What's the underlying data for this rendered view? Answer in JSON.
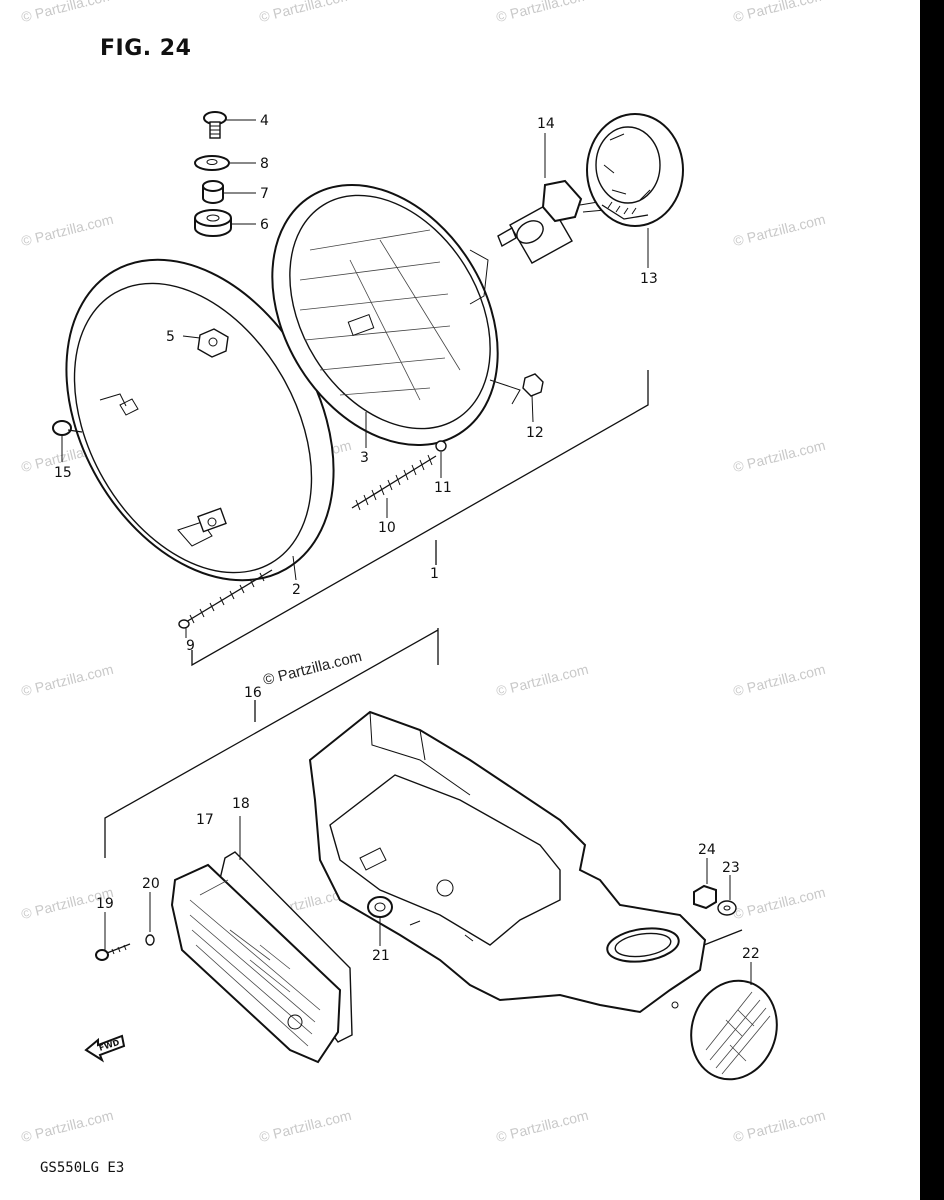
{
  "figure": {
    "title": "FIG. 24",
    "model_code": "GS550LG  E3"
  },
  "watermark": {
    "text": "© Partzilla.com",
    "accent_text": "© Partzilla.com"
  },
  "fwd_label": "FWD",
  "callouts": [
    {
      "id": "c1",
      "label": "1"
    },
    {
      "id": "c2",
      "label": "2"
    },
    {
      "id": "c3",
      "label": "3"
    },
    {
      "id": "c4",
      "label": "4"
    },
    {
      "id": "c5",
      "label": "5"
    },
    {
      "id": "c6",
      "label": "6"
    },
    {
      "id": "c7",
      "label": "7"
    },
    {
      "id": "c8",
      "label": "8"
    },
    {
      "id": "c9",
      "label": "9"
    },
    {
      "id": "c10",
      "label": "10"
    },
    {
      "id": "c11",
      "label": "11"
    },
    {
      "id": "c12",
      "label": "12"
    },
    {
      "id": "c13",
      "label": "13"
    },
    {
      "id": "c14",
      "label": "14"
    },
    {
      "id": "c15",
      "label": "15"
    },
    {
      "id": "c16",
      "label": "16"
    },
    {
      "id": "c17",
      "label": "17"
    },
    {
      "id": "c18",
      "label": "18"
    },
    {
      "id": "c19",
      "label": "19"
    },
    {
      "id": "c20",
      "label": "20"
    },
    {
      "id": "c21",
      "label": "21"
    },
    {
      "id": "c22",
      "label": "22"
    },
    {
      "id": "c23",
      "label": "23"
    },
    {
      "id": "c24",
      "label": "24"
    }
  ]
}
